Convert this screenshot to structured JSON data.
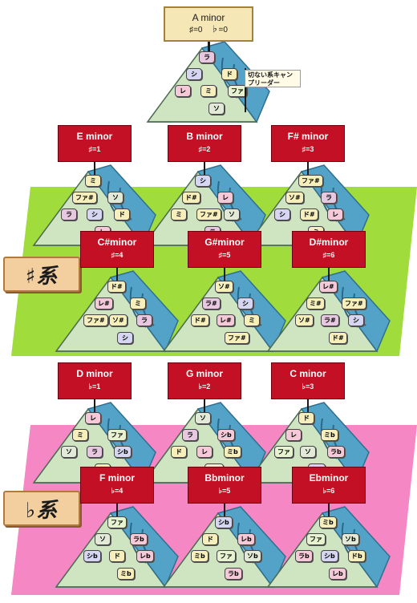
{
  "colors": {
    "sharp_band": "#9fdc3c",
    "flat_band": "#f487c4",
    "tent_fill": "#cfe5c2",
    "river": "#53a3c9",
    "flag_red": "#c41024",
    "note_bg": "#f6e7b7"
  },
  "top": {
    "flag_title": "A minor",
    "flag_sub": "♯=0　♭=0",
    "pills": [
      {
        "text": "ラ",
        "hue": "#e7c8e0"
      },
      {
        "text": "シ",
        "hue": "#d6d6f2"
      },
      {
        "text": "ド",
        "hue": "#f7efbb"
      },
      {
        "text": "レ",
        "hue": "#f6c9d8"
      },
      {
        "text": "ミ",
        "hue": "#f7efbb"
      },
      {
        "text": "ファ",
        "hue": "#e7f3d0"
      },
      {
        "text": "ソ",
        "hue": "#e2ead7"
      }
    ],
    "side_flag": "切ない系キャンプリーダー"
  },
  "sharp_group": {
    "label": "♯系",
    "tents": [
      {
        "title": "E minor",
        "sub": "♯=1",
        "pills": [
          {
            "text": "ミ",
            "hue": "#f7efbb"
          },
          {
            "text": "ファ#",
            "hue": "#f7efbb"
          },
          {
            "text": "ソ",
            "hue": "#e2ead7"
          },
          {
            "text": "ラ",
            "hue": "#e7c8e0"
          },
          {
            "text": "シ",
            "hue": "#d6d6f2"
          },
          {
            "text": "ド",
            "hue": "#f7efbb"
          },
          {
            "text": "レ",
            "hue": "#f6c9d8"
          }
        ]
      },
      {
        "title": "B minor",
        "sub": "♯=2",
        "pills": [
          {
            "text": "シ",
            "hue": "#d6d6f2"
          },
          {
            "text": "ド#",
            "hue": "#f7efbb"
          },
          {
            "text": "レ",
            "hue": "#f6c9d8"
          },
          {
            "text": "ミ",
            "hue": "#f7efbb"
          },
          {
            "text": "ファ#",
            "hue": "#f7efbb"
          },
          {
            "text": "ソ",
            "hue": "#e2ead7"
          },
          {
            "text": "ラ",
            "hue": "#e7c8e0"
          }
        ]
      },
      {
        "title": "F# minor",
        "sub": "♯=3",
        "pills": [
          {
            "text": "ファ#",
            "hue": "#f7efbb"
          },
          {
            "text": "ソ#",
            "hue": "#f7efbb"
          },
          {
            "text": "ラ",
            "hue": "#e7c8e0"
          },
          {
            "text": "シ",
            "hue": "#d6d6f2"
          },
          {
            "text": "ド#",
            "hue": "#f7efbb"
          },
          {
            "text": "レ",
            "hue": "#f6c9d8"
          },
          {
            "text": "ミ",
            "hue": "#f7efbb"
          }
        ]
      },
      {
        "title": "C#minor",
        "sub": "♯=4",
        "pills": [
          {
            "text": "ド#",
            "hue": "#f7efbb"
          },
          {
            "text": "レ#",
            "hue": "#f6c9d8"
          },
          {
            "text": "ミ",
            "hue": "#f7efbb"
          },
          {
            "text": "ファ#",
            "hue": "#f7efbb"
          },
          {
            "text": "ソ#",
            "hue": "#f7efbb"
          },
          {
            "text": "ラ",
            "hue": "#e7c8e0"
          },
          {
            "text": "シ",
            "hue": "#d6d6f2"
          }
        ]
      },
      {
        "title": "G#minor",
        "sub": "♯=5",
        "pills": [
          {
            "text": "ソ#",
            "hue": "#f7efbb"
          },
          {
            "text": "ラ#",
            "hue": "#e7c8e0"
          },
          {
            "text": "シ",
            "hue": "#d6d6f2"
          },
          {
            "text": "ド#",
            "hue": "#f7efbb"
          },
          {
            "text": "レ#",
            "hue": "#f6c9d8"
          },
          {
            "text": "ミ",
            "hue": "#f7efbb"
          },
          {
            "text": "ファ#",
            "hue": "#f7efbb"
          }
        ]
      },
      {
        "title": "D#minor",
        "sub": "♯=6",
        "pills": [
          {
            "text": "レ#",
            "hue": "#f6c9d8"
          },
          {
            "text": "ミ#",
            "hue": "#f7efbb"
          },
          {
            "text": "ファ#",
            "hue": "#f7efbb"
          },
          {
            "text": "ソ#",
            "hue": "#f7efbb"
          },
          {
            "text": "ラ#",
            "hue": "#e7c8e0"
          },
          {
            "text": "シ",
            "hue": "#d6d6f2"
          },
          {
            "text": "ド#",
            "hue": "#f7efbb"
          }
        ]
      }
    ]
  },
  "flat_group": {
    "label": "♭系",
    "tents": [
      {
        "title": "D minor",
        "sub": "♭=1",
        "pills": [
          {
            "text": "レ",
            "hue": "#f6c9d8"
          },
          {
            "text": "ミ",
            "hue": "#f7efbb"
          },
          {
            "text": "ファ",
            "hue": "#e7f3d0"
          },
          {
            "text": "ソ",
            "hue": "#e2ead7"
          },
          {
            "text": "ラ",
            "hue": "#e7c8e0"
          },
          {
            "text": "シb",
            "hue": "#d6d6f2"
          },
          {
            "text": "ド",
            "hue": "#f7efbb"
          }
        ]
      },
      {
        "title": "G minor",
        "sub": "♭=2",
        "pills": [
          {
            "text": "ソ",
            "hue": "#e2ead7"
          },
          {
            "text": "ラ",
            "hue": "#e7c8e0"
          },
          {
            "text": "シb",
            "hue": "#f6c9d8"
          },
          {
            "text": "ド",
            "hue": "#f7efbb"
          },
          {
            "text": "レ",
            "hue": "#f6c9d8"
          },
          {
            "text": "ミb",
            "hue": "#f7efbb"
          },
          {
            "text": "ファ",
            "hue": "#e7f3d0"
          }
        ]
      },
      {
        "title": "C minor",
        "sub": "♭=3",
        "pills": [
          {
            "text": "ド",
            "hue": "#f7efbb"
          },
          {
            "text": "レ",
            "hue": "#f6c9d8"
          },
          {
            "text": "ミb",
            "hue": "#f7efbb"
          },
          {
            "text": "ファ",
            "hue": "#e7f3d0"
          },
          {
            "text": "ソ",
            "hue": "#e2ead7"
          },
          {
            "text": "ラb",
            "hue": "#f6c9d8"
          },
          {
            "text": "シb",
            "hue": "#d6d6f2"
          }
        ]
      },
      {
        "title": "F minor",
        "sub": "♭=4",
        "pills": [
          {
            "text": "ファ",
            "hue": "#e7f3d0"
          },
          {
            "text": "ソ",
            "hue": "#e2ead7"
          },
          {
            "text": "ラb",
            "hue": "#f6c9d8"
          },
          {
            "text": "シb",
            "hue": "#d6d6f2"
          },
          {
            "text": "ド",
            "hue": "#f7efbb"
          },
          {
            "text": "レb",
            "hue": "#f6c9d8"
          },
          {
            "text": "ミb",
            "hue": "#f7efbb"
          }
        ]
      },
      {
        "title": "Bbminor",
        "sub": "♭=5",
        "pills": [
          {
            "text": "シb",
            "hue": "#d6d6f2"
          },
          {
            "text": "ド",
            "hue": "#f7efbb"
          },
          {
            "text": "レb",
            "hue": "#f6c9d8"
          },
          {
            "text": "ミb",
            "hue": "#f7efbb"
          },
          {
            "text": "ファ",
            "hue": "#e7f3d0"
          },
          {
            "text": "ソb",
            "hue": "#e2ead7"
          },
          {
            "text": "ラb",
            "hue": "#f6c9d8"
          }
        ]
      },
      {
        "title": "Ebminor",
        "sub": "♭=6",
        "pills": [
          {
            "text": "ミb",
            "hue": "#f7efbb"
          },
          {
            "text": "ファ",
            "hue": "#e7f3d0"
          },
          {
            "text": "ソb",
            "hue": "#e2ead7"
          },
          {
            "text": "ラb",
            "hue": "#f6c9d8"
          },
          {
            "text": "シb",
            "hue": "#d6d6f2"
          },
          {
            "text": "ドb",
            "hue": "#f7efbb"
          },
          {
            "text": "レb",
            "hue": "#f6c9d8"
          }
        ]
      }
    ]
  }
}
